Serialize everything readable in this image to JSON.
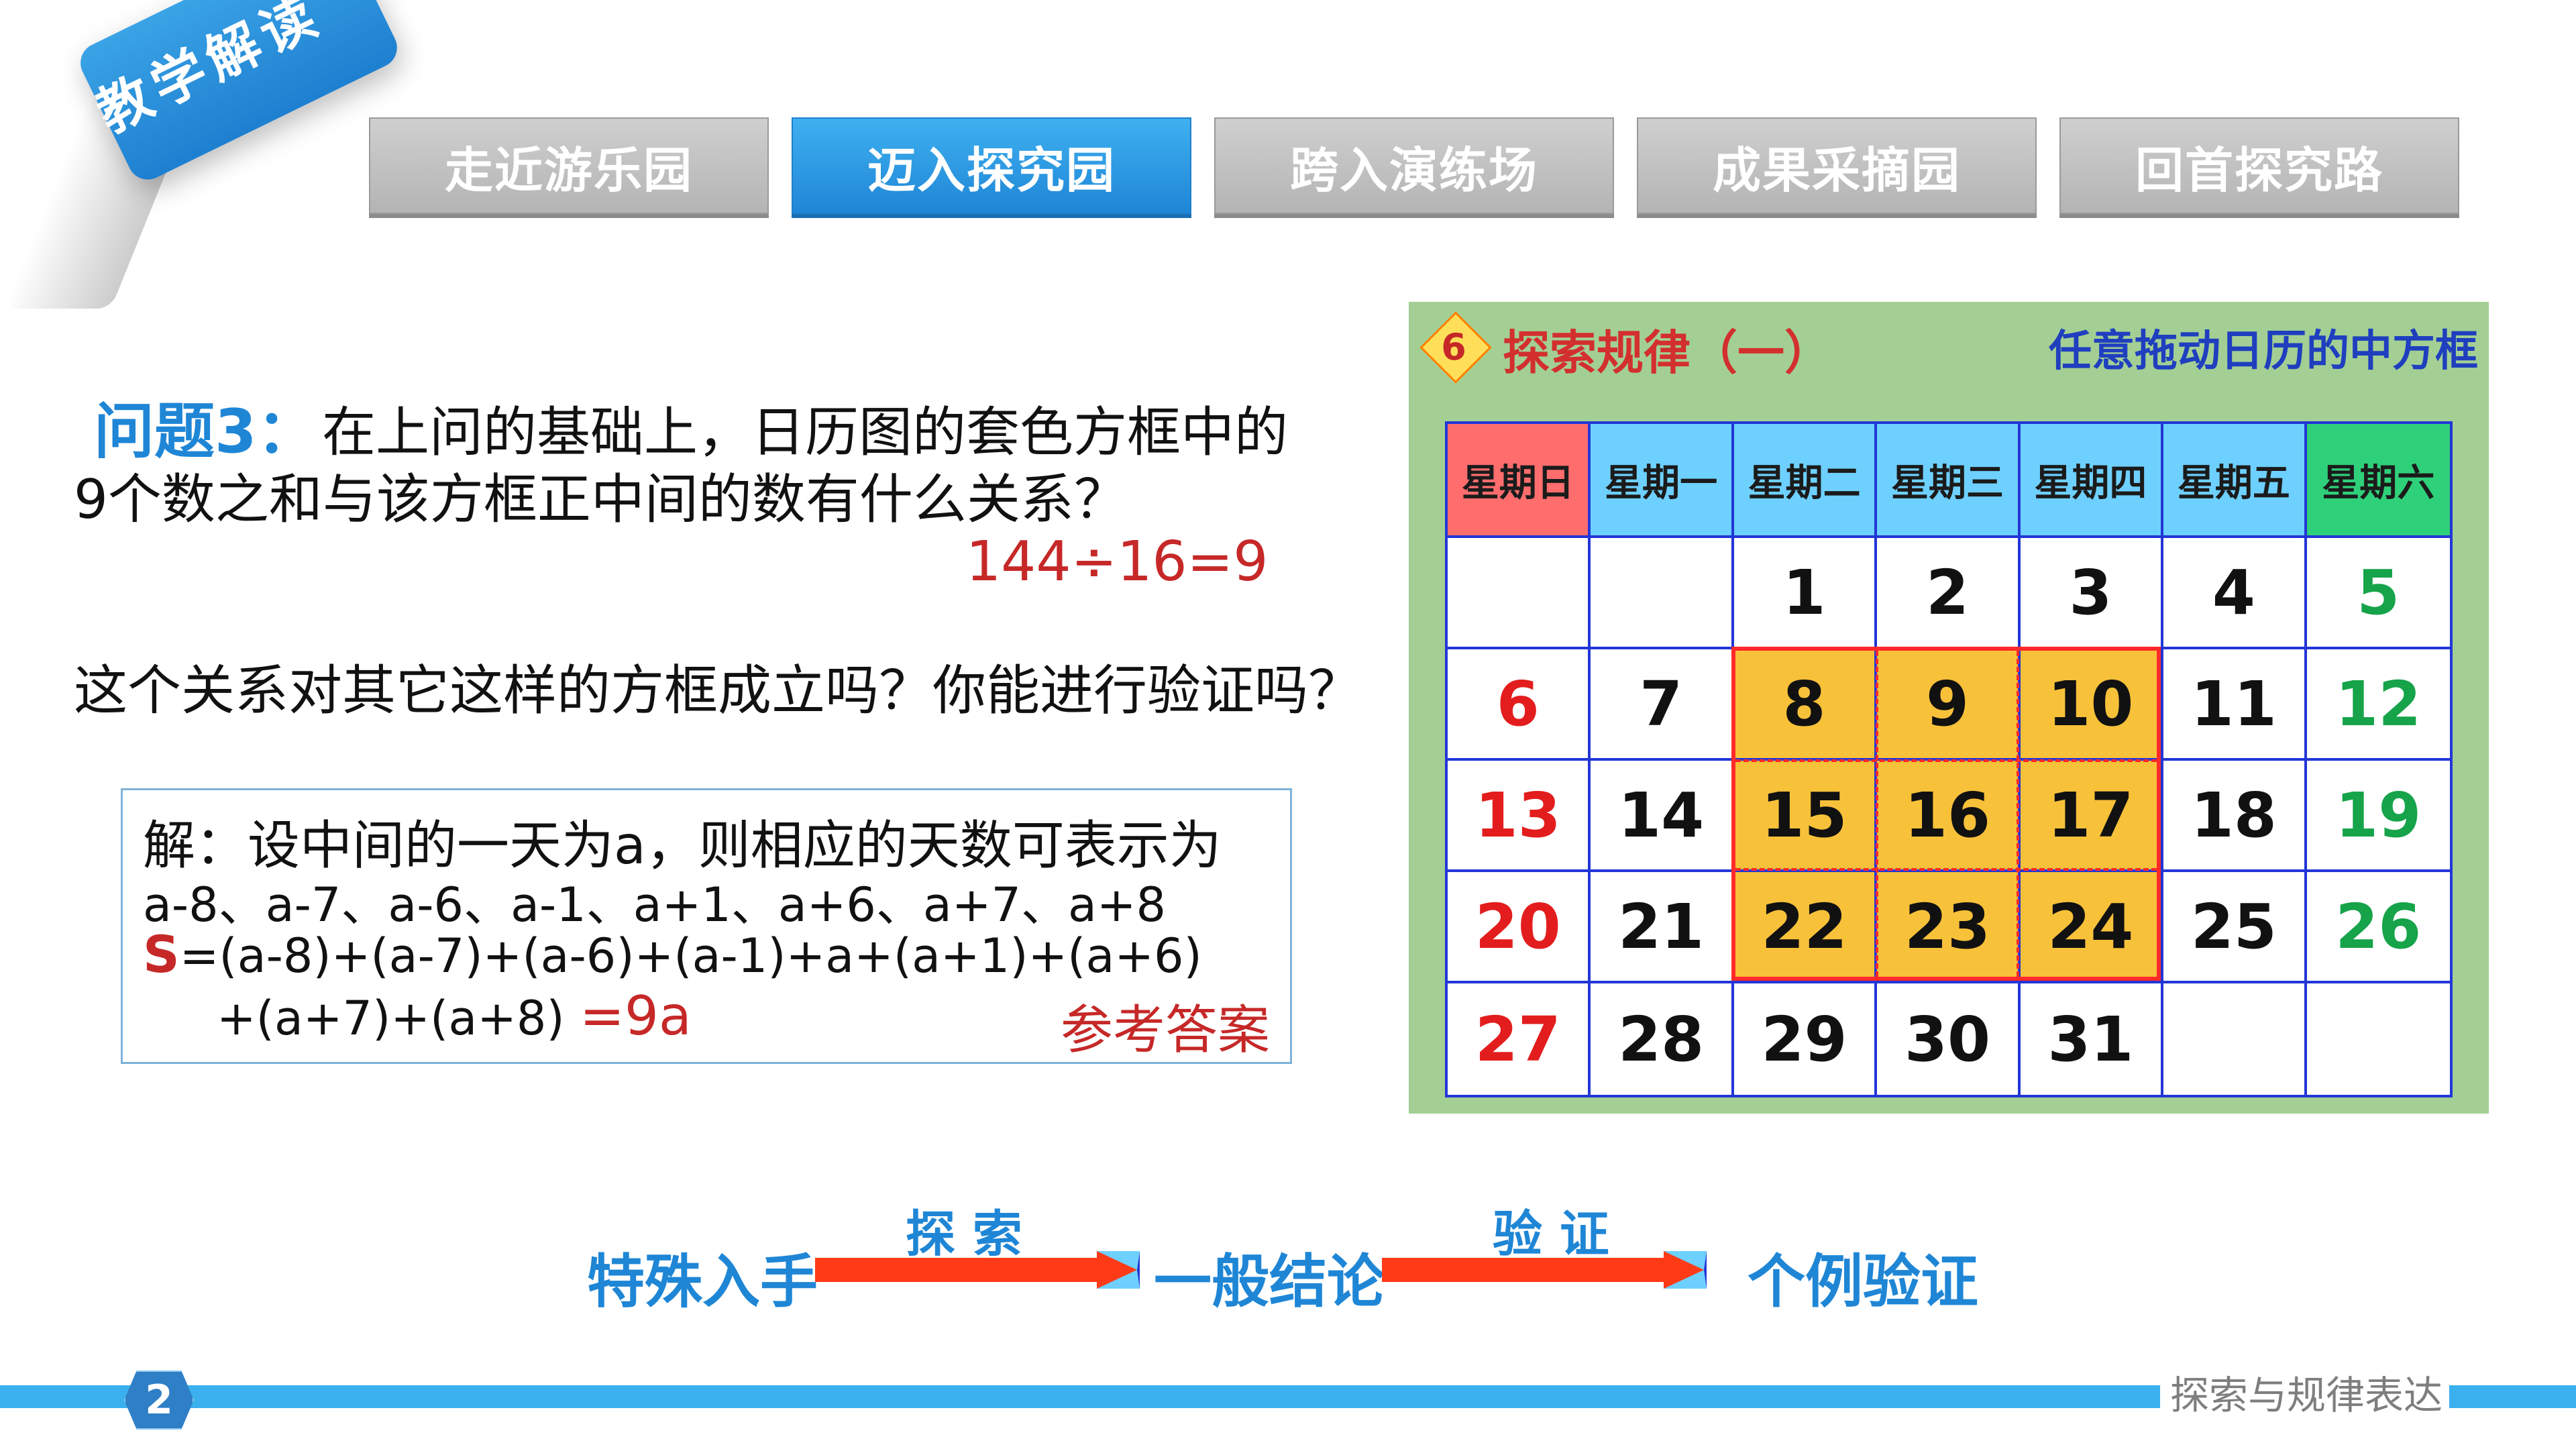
{
  "badge": {
    "text": "教学解读"
  },
  "tabs": [
    {
      "label": "走近游乐园",
      "active": false
    },
    {
      "label": "迈入探究园",
      "active": true
    },
    {
      "label": "跨入演练场",
      "active": false
    },
    {
      "label": "成果采摘园",
      "active": false
    },
    {
      "label": "回首探究路",
      "active": false
    }
  ],
  "question": {
    "title": "问题3：",
    "line1": "在上问的基础上，日历图的套色方框中的",
    "line2": "9个数之和与该方框正中间的数有什么关系？",
    "result": "144÷16=9",
    "sub": "这个关系对其它这样的方框成立吗？你能进行验证吗？"
  },
  "solution": {
    "line1": "解：设中间的一天为a，则相应的天数可表示为",
    "line2": "a-8、a-7、a-6、a-1、a+1、a+6、a+7、a+8",
    "line3_S": "S",
    "line3_rest": "=(a-8)+(a-7)+(a-6)+(a-1)+a+(a+1)+(a+6)",
    "line4": "+(a+7)+(a+8)",
    "line4_eq": "=9a",
    "ref": "参考答案"
  },
  "panel": {
    "badge_number": "6",
    "title": "探索规律（一）",
    "hint": "任意拖动日历的中方框",
    "weekdays": [
      "星期日",
      "星期一",
      "星期二",
      "星期三",
      "星期四",
      "星期五",
      "星期六"
    ],
    "calendar_rows": [
      [
        "",
        "",
        "1",
        "2",
        "3",
        "4",
        "5"
      ],
      [
        "6",
        "7",
        "8",
        "9",
        "10",
        "11",
        "12"
      ],
      [
        "13",
        "14",
        "15",
        "16",
        "17",
        "18",
        "19"
      ],
      [
        "20",
        "21",
        "22",
        "23",
        "24",
        "25",
        "26"
      ],
      [
        "27",
        "28",
        "29",
        "30",
        "31",
        "",
        ""
      ]
    ],
    "highlight_start": {
      "row": 1,
      "col": 2
    },
    "highlight_size": {
      "rows": 3,
      "cols": 3
    }
  },
  "flow": {
    "items": [
      "特殊入手",
      "一般结论",
      "个例验证"
    ],
    "labels": [
      "探 索",
      "验 证"
    ]
  },
  "footer": {
    "page": "2",
    "text": "探索与规律表达"
  },
  "colors": {
    "accent": "#1f86d6",
    "red": "#c62828",
    "panel_bg": "#a3cf94",
    "cal_border": "#2236d7",
    "highlight": "#f8c13a",
    "tab_active": "#2a95e0",
    "arrow": "#ff3b17"
  }
}
